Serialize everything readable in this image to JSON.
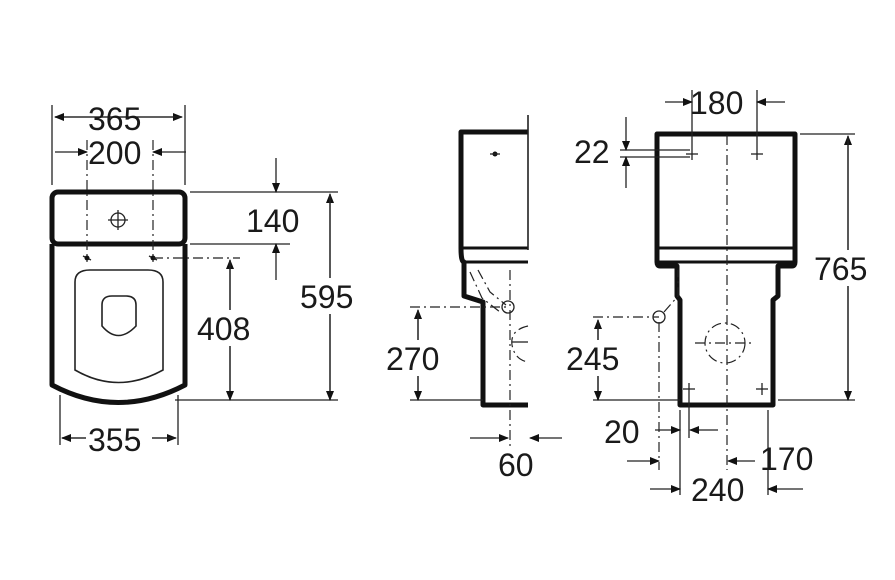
{
  "top_view": {
    "overall_width": "365",
    "fixing_spacing": "200",
    "cistern_depth": "140",
    "fixing_to_front": "408",
    "overall_length": "595",
    "bowl_width": "355"
  },
  "side_view": {
    "outlet_height": "270",
    "wall_to_outlet": "60"
  },
  "rear_view": {
    "hole_spacing": "180",
    "hole_from_top": "22",
    "overall_height": "765",
    "inlet_height": "245",
    "inlet_offset": "20",
    "base_offset": "170",
    "base_width": "240"
  }
}
